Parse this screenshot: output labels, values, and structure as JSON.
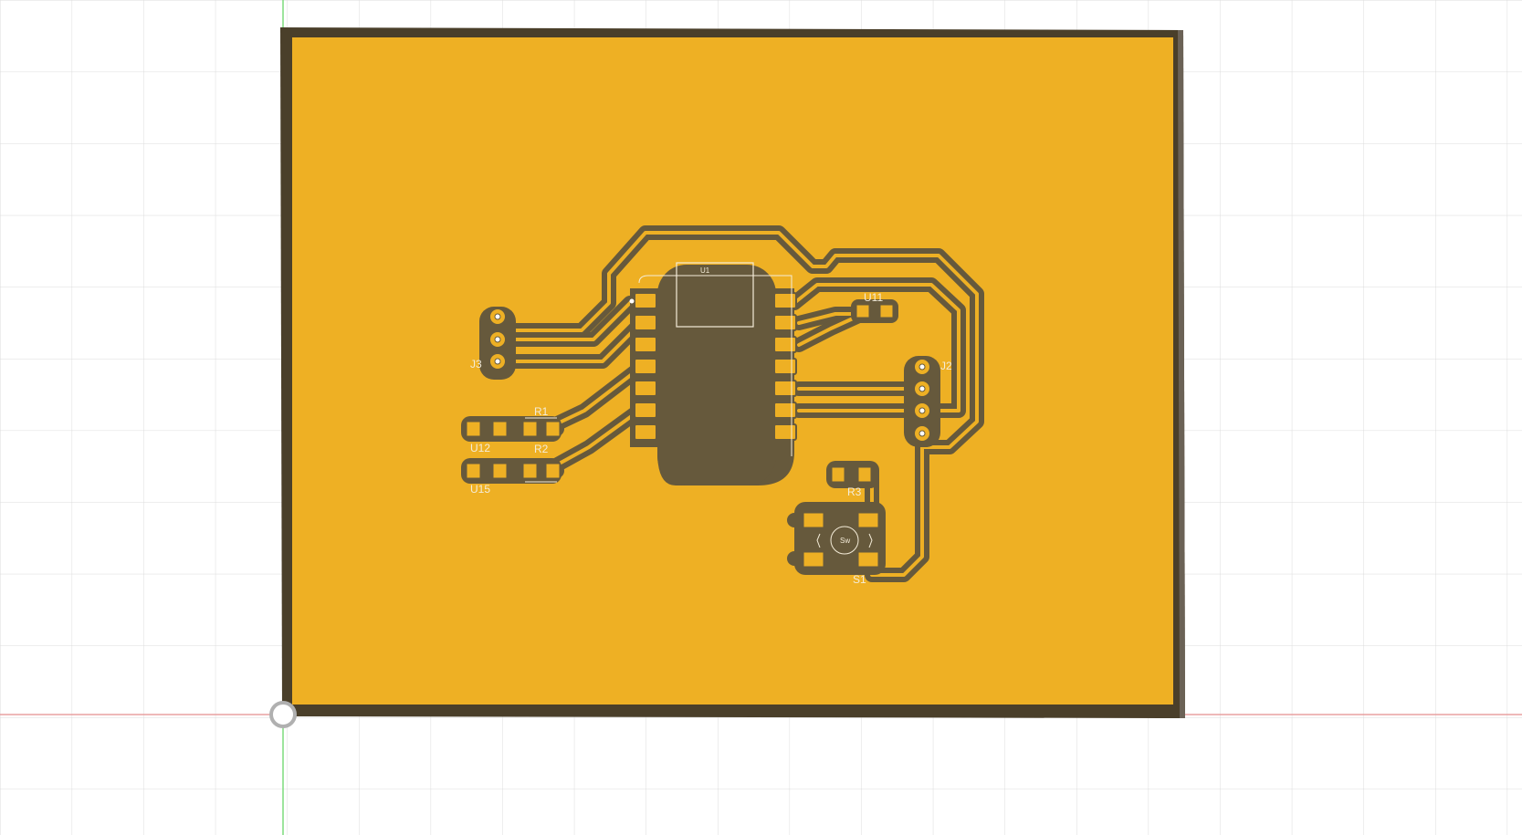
{
  "viewport": {
    "grid_color": "#dcdcdc",
    "x_axis_color": "#e8a0a0",
    "y_axis_color": "#7ddc7d",
    "origin_icon": "origin-ring-icon"
  },
  "board": {
    "board_color": "#eeb024",
    "copper_color": "#66593c",
    "outline_color": "#4a3f2a"
  },
  "components": {
    "ic_label": "U1",
    "j3_label": "J3",
    "j2_label": "J2",
    "u11_label": "U11",
    "r1_label": "R1",
    "r2_label": "R2",
    "d2_label": "U12",
    "d5_label": "U15",
    "r3_label": "R3",
    "s1_label": "S1",
    "s1_center_label": "Sw"
  }
}
